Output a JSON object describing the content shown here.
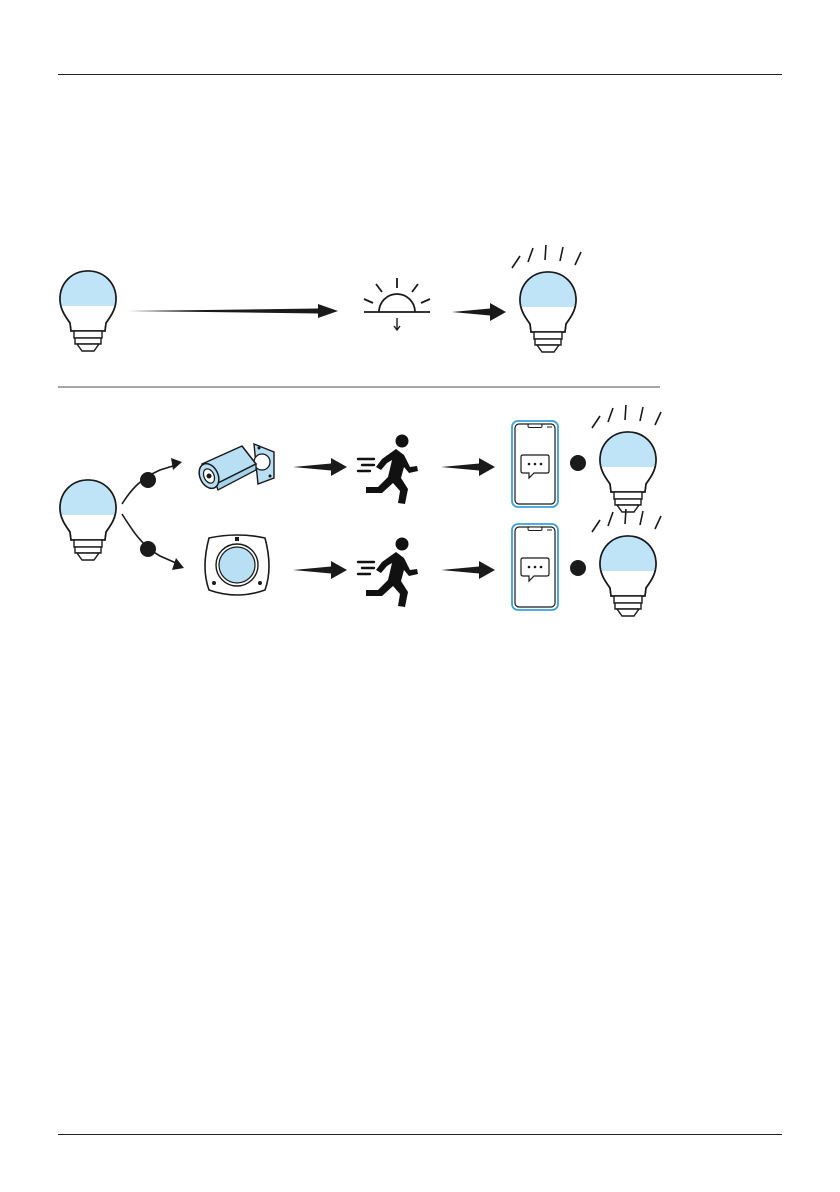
{
  "colors": {
    "ink": "#1a1a1a",
    "bulb_blue": "#bfe3f7",
    "bulb_glass": "#ffffff",
    "device_blue": "#b9dff4",
    "divider": "#888888",
    "white": "#ffffff"
  },
  "diagram": {
    "rows": [
      {
        "id": "sunset-trigger",
        "nodes": [
          "bulb-icon",
          "arrow-icon",
          "sunset-icon",
          "arrow-icon",
          "lit-bulb-icon"
        ]
      },
      {
        "id": "camera-motion-trigger",
        "nodes": [
          "branch-badge",
          "security-camera-icon",
          "arrow-icon",
          "running-person-icon",
          "arrow-icon",
          "smartphone-message-icon",
          "badge-dot",
          "lit-bulb-icon"
        ]
      },
      {
        "id": "sensor-motion-trigger",
        "nodes": [
          "branch-badge",
          "motion-sensor-icon",
          "arrow-icon",
          "running-person-icon",
          "arrow-icon",
          "smartphone-message-icon",
          "badge-dot",
          "lit-bulb-icon"
        ]
      }
    ]
  }
}
